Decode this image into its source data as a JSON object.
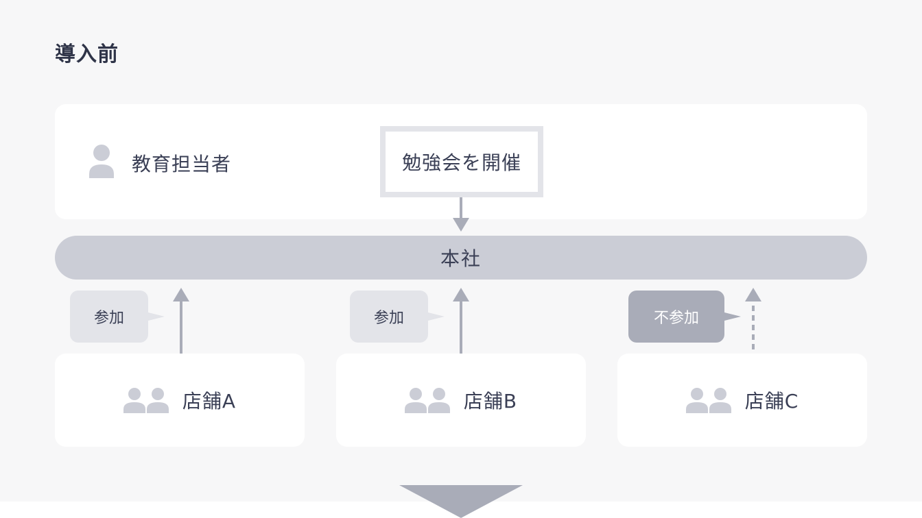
{
  "title": "導入前",
  "top_panel": {
    "role_label": "教育担当者",
    "event_label": "勉強会を開催"
  },
  "headquarters": {
    "label": "本社"
  },
  "stores": [
    {
      "label": "店舗A",
      "status_label": "参加",
      "status": "join"
    },
    {
      "label": "店舗B",
      "status_label": "参加",
      "status": "join"
    },
    {
      "label": "店舗C",
      "status_label": "不参加",
      "status": "no-join"
    }
  ],
  "icons": {
    "role": "person-icon",
    "store": "people-icon",
    "flow_next": "chevron-down-icon"
  },
  "colors": {
    "background": "#f7f7f8",
    "panel": "#ffffff",
    "hq_bar": "#cbcdd6",
    "join_bubble": "#e3e4e9",
    "no_join_bubble": "#a9acb8",
    "arrow": "#a9acb8",
    "text": "#3a3f55"
  }
}
